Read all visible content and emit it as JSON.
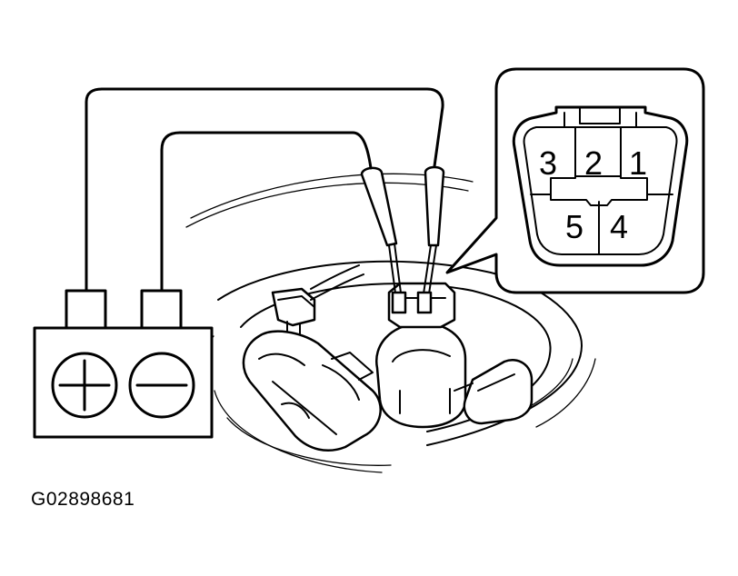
{
  "figure_code": "G02898681",
  "battery": {
    "positive_symbol": "plus-symbol",
    "negative_symbol": "minus-symbol"
  },
  "connector_pins": {
    "pin_3": "3",
    "pin_2": "2",
    "pin_1": "1",
    "pin_5": "5",
    "pin_4": "4"
  }
}
